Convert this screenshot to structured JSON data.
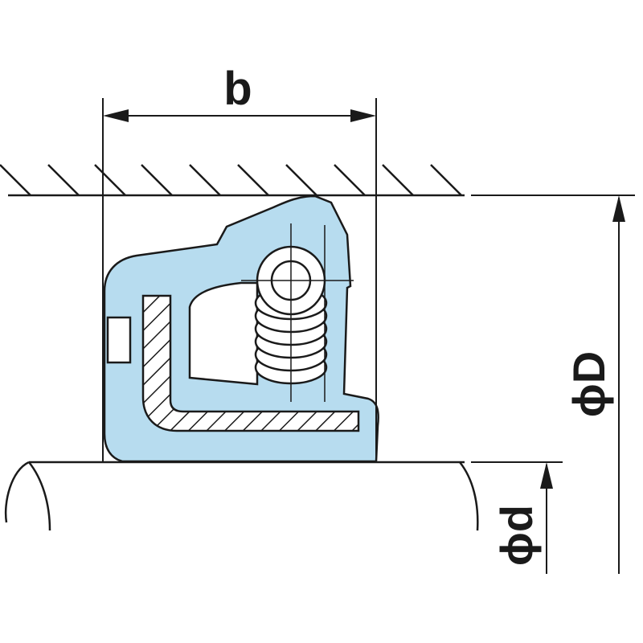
{
  "labels": {
    "width": "b",
    "outer_diameter": "ϕD",
    "shaft_diameter": "ϕd"
  },
  "colors": {
    "seal_fill": "#b7dcef",
    "line": "#1a1a1a",
    "background": "#ffffff"
  }
}
